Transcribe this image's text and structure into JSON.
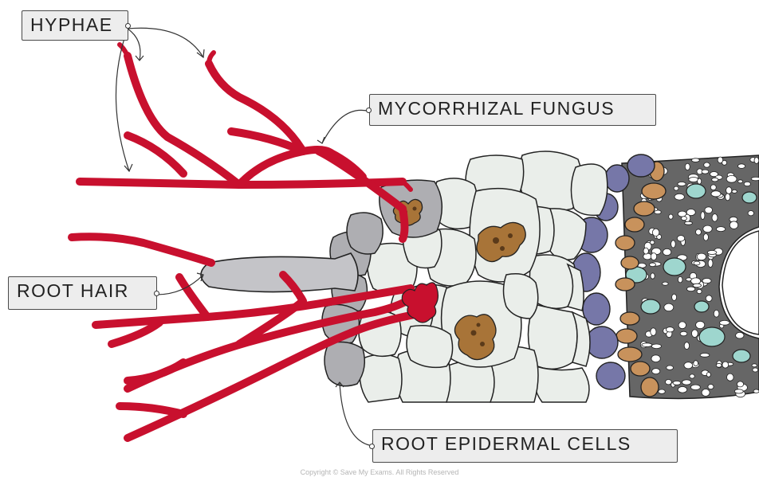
{
  "labels": {
    "hyphae": "HYPHAE",
    "mycorrhizal_fungus": "MYCORRHIZAL  FUNGUS",
    "root_hair": "ROOT  HAIR",
    "root_epidermal_cells": "ROOT  EPIDERMAL  CELLS"
  },
  "copyright": "Copyright © Save My Exams. All Rights Reserved",
  "colors": {
    "fungus": "#c8102e",
    "root_hair": "#c4c4c8",
    "epidermal": "#aeaeb2",
    "cortex": "#eaeeea",
    "nucleus": "#a87438",
    "endodermis": "#7677a8",
    "pericycle": "#c8925c",
    "stele_bg": "#6a6a6a",
    "xylem": "#9ed6ce"
  }
}
